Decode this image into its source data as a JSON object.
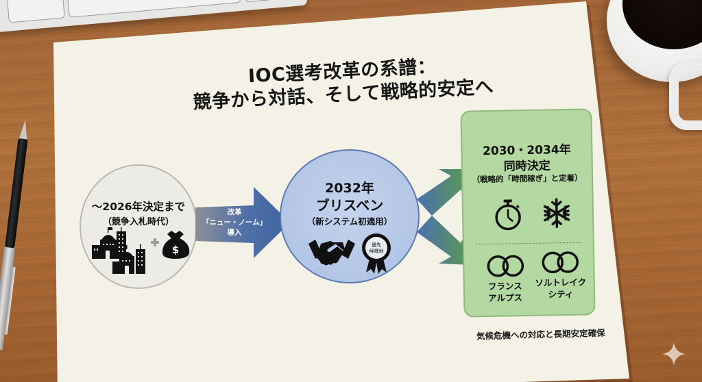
{
  "title": {
    "line1": "IOC選考改革の系譜：",
    "line2": "競争から対話、そして戦略的安定へ"
  },
  "stages": [
    {
      "id": "competitive-bidding",
      "heading": "〜2026年決定まで",
      "subheading": "（競争入札時代）",
      "icons": [
        "city-buildings-icon",
        "plus-icon",
        "money-bag-icon"
      ],
      "fill": "#ecebe6"
    },
    {
      "id": "brisbane-2032",
      "year": "2032年",
      "city": "ブリスベン",
      "subheading": "（新システム初適用）",
      "icons": [
        "handshake-icon",
        "award-ribbon-icon"
      ],
      "badge_text": [
        "優先",
        "候補地"
      ],
      "fill": "#b3c6e6"
    },
    {
      "id": "dual-award",
      "years": "2030・2034年",
      "heading": "同時決定",
      "subheading": "（戦略的「時間稼ぎ」と定着）",
      "icons": [
        "stopwatch-icon",
        "snowflake-icon"
      ],
      "hosts": [
        {
          "icon": "olympic-rings-icon",
          "label_line1": "フランス",
          "label_line2": "アルプス"
        },
        {
          "icon": "olympic-rings-icon",
          "label_line1": "ソルトレイク",
          "label_line2": "シティ"
        }
      ],
      "fill": "#b4d8a2"
    }
  ],
  "reform_arrow": {
    "line1": "改革",
    "line2": "「ニュー・ノーム」",
    "line3": "導入",
    "color_start": "#8a8f97",
    "color_end": "#3e64a3"
  },
  "split_arrows": {
    "color_start": "#4a6fb0",
    "color_end": "#5c9a4e"
  },
  "footnote": "気候危機への対応と長期安定確保",
  "colors": {
    "paper": "#f4f2e7",
    "desk": "#b07040",
    "text": "#111111"
  }
}
